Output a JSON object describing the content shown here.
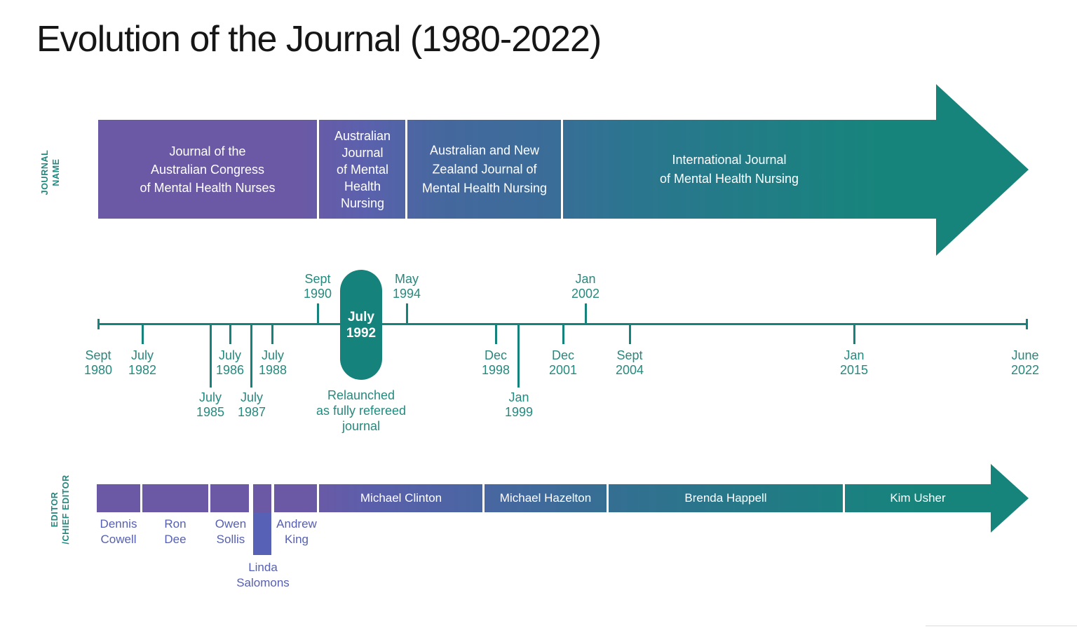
{
  "title": "Evolution of the Journal (1980-2022)",
  "colors": {
    "teal": "#15827b",
    "teal_text": "#26897e",
    "purple": "#6b59a5",
    "editor_name_text": "#5660b2"
  },
  "journal_row": {
    "axis_label": "JOURNAL\nNAME",
    "segments": [
      {
        "name": "Journal of the\nAustralian Congress\nof Mental Health Nurses"
      },
      {
        "name": "Australian\nJournal\nof Mental\nHealth\nNursing"
      },
      {
        "name": "Australian and New\nZealand Journal of\nMental Health Nursing"
      },
      {
        "name": "International Journal\nof Mental Health Nursing"
      }
    ]
  },
  "timeline": {
    "start_label": "Sept\n1980",
    "end_label": "June\n2022",
    "above": [
      {
        "label": "Sept\n1990"
      },
      {
        "label": "May\n1994"
      },
      {
        "label": "Jan\n2002"
      }
    ],
    "below_short": [
      {
        "label": "July\n1982"
      },
      {
        "label": "July\n1986"
      },
      {
        "label": "July\n1988"
      },
      {
        "label": "Dec\n1998"
      },
      {
        "label": "Dec\n2001"
      },
      {
        "label": "Sept\n2004"
      },
      {
        "label": "Jan\n2015"
      }
    ],
    "below_long": [
      {
        "label": "July\n1985"
      },
      {
        "label": "July\n1987"
      },
      {
        "label": "Jan\n1999"
      }
    ],
    "milestone": {
      "label": "July\n1992",
      "note": "Relaunched\nas fully refereed\njournal"
    }
  },
  "editor_row": {
    "axis_label": "EDITOR\n/CHIEF EDITOR",
    "editors_below": [
      {
        "name": "Dennis\nCowell"
      },
      {
        "name": "Ron\nDee"
      },
      {
        "name": "Owen\nSollis"
      },
      {
        "name": "Linda\nSalomons"
      },
      {
        "name": "Andrew\nKing"
      }
    ],
    "editors_inside": [
      {
        "name": "Michael Clinton"
      },
      {
        "name": "Michael Hazelton"
      },
      {
        "name": "Brenda Happell"
      },
      {
        "name": "Kim Usher"
      }
    ]
  }
}
